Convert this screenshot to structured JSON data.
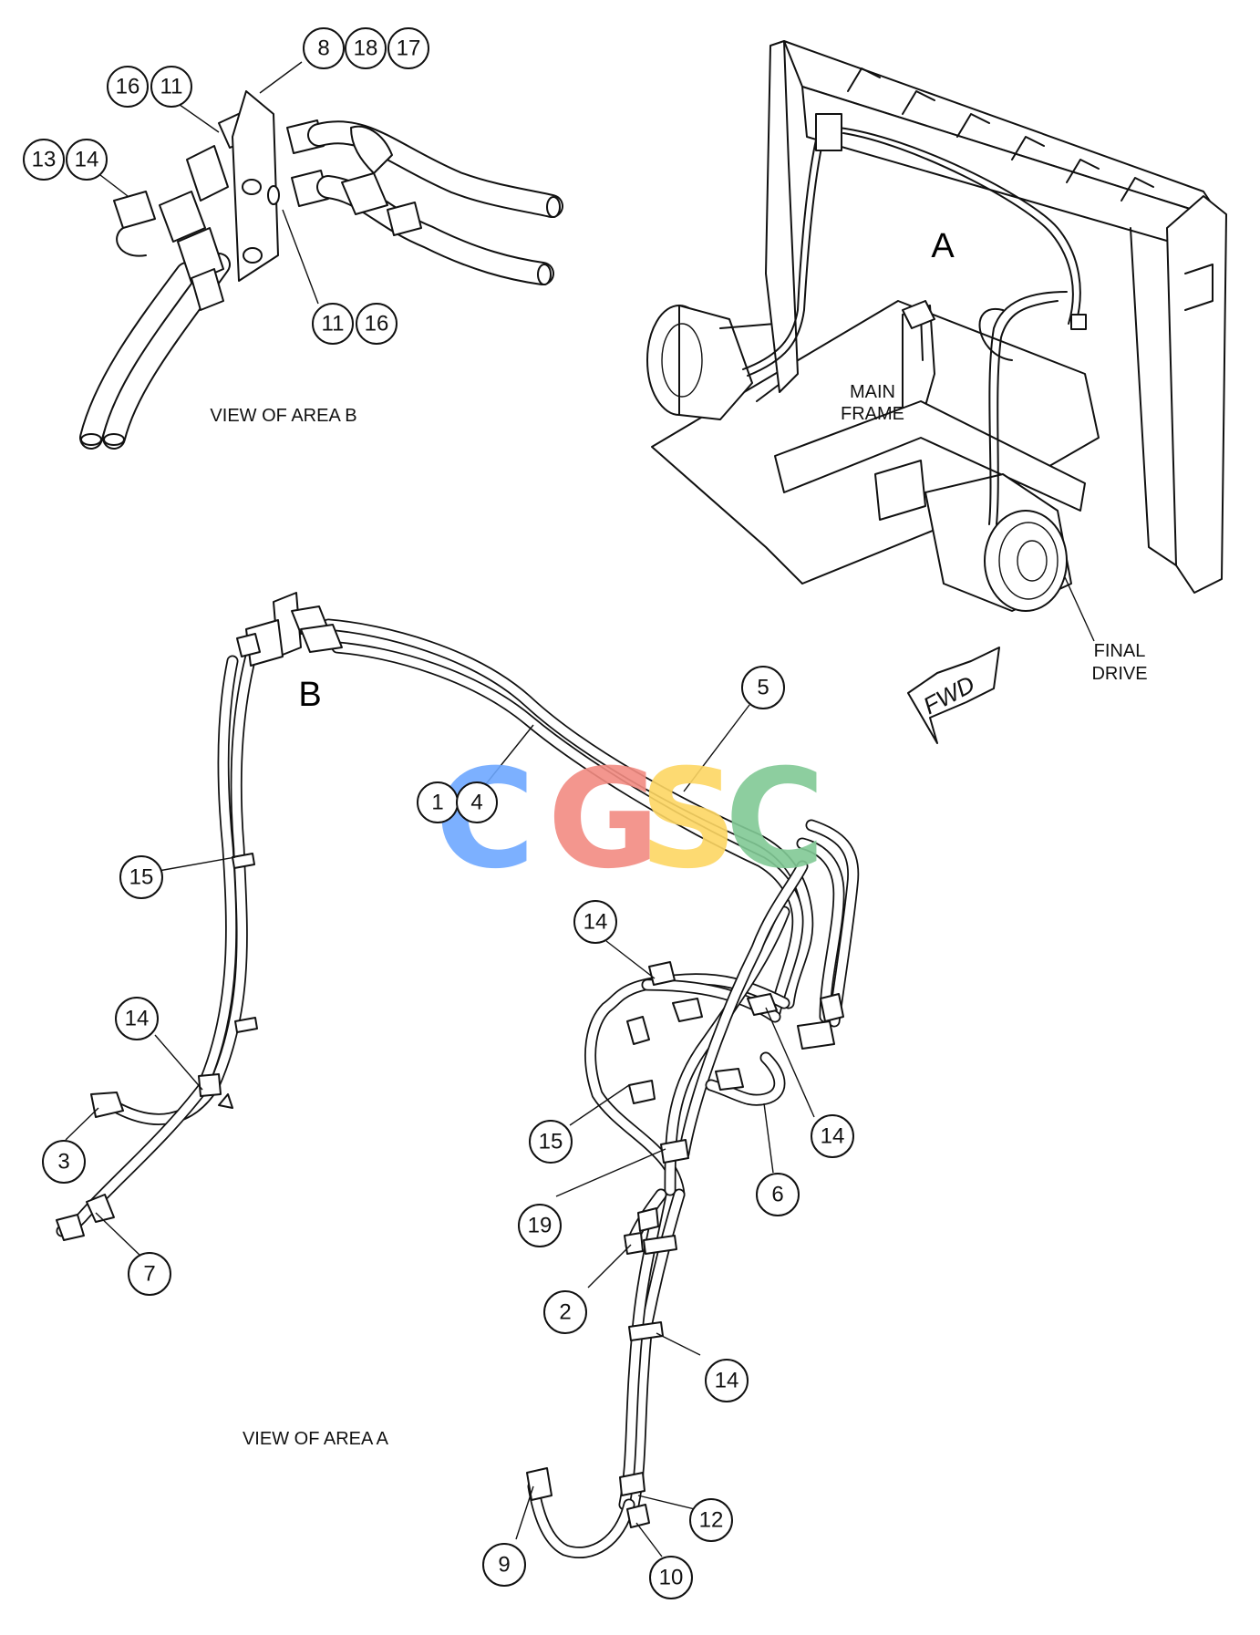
{
  "labels": {
    "view_b": "VIEW OF AREA B",
    "view_a": "VIEW OF AREA A",
    "area_a": "A",
    "area_b": "B",
    "main_frame_1": "MAIN",
    "main_frame_2": "FRAME",
    "final_drive_1": "FINAL",
    "final_drive_2": "DRIVE",
    "fwd": "FWD"
  },
  "watermark": {
    "letters": [
      "C",
      "G",
      "S",
      "C"
    ],
    "colors": [
      "#6ea8ff",
      "#f28b82",
      "#fdd663",
      "#81c995"
    ]
  },
  "callouts": [
    {
      "id": "c-8",
      "n": "8"
    },
    {
      "id": "c-18",
      "n": "18"
    },
    {
      "id": "c-17",
      "n": "17"
    },
    {
      "id": "c-16a",
      "n": "16"
    },
    {
      "id": "c-11a",
      "n": "11"
    },
    {
      "id": "c-13",
      "n": "13"
    },
    {
      "id": "c-14a",
      "n": "14"
    },
    {
      "id": "c-11b",
      "n": "11"
    },
    {
      "id": "c-16b",
      "n": "16"
    },
    {
      "id": "c-5",
      "n": "5"
    },
    {
      "id": "c-1",
      "n": "1"
    },
    {
      "id": "c-4",
      "n": "4"
    },
    {
      "id": "c-15a",
      "n": "15"
    },
    {
      "id": "c-14b",
      "n": "14"
    },
    {
      "id": "c-3",
      "n": "3"
    },
    {
      "id": "c-7",
      "n": "7"
    },
    {
      "id": "c-14c",
      "n": "14"
    },
    {
      "id": "c-14d",
      "n": "14"
    },
    {
      "id": "c-15b",
      "n": "15"
    },
    {
      "id": "c-6",
      "n": "6"
    },
    {
      "id": "c-19",
      "n": "19"
    },
    {
      "id": "c-2",
      "n": "2"
    },
    {
      "id": "c-14e",
      "n": "14"
    },
    {
      "id": "c-12",
      "n": "12"
    },
    {
      "id": "c-9",
      "n": "9"
    },
    {
      "id": "c-10",
      "n": "10"
    }
  ]
}
